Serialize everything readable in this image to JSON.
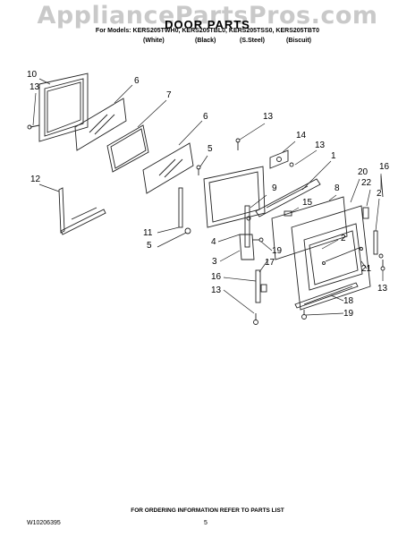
{
  "watermark": "AppliancePartsPros.com",
  "title": "DOOR PARTS",
  "models": "For Models: KERS205TWH0, KERS205TBL0, KERS205TSS0, KERS205TBT0",
  "finishes": [
    "(White)",
    "(Black)",
    "(S.Steel)",
    "(Biscuit)"
  ],
  "callouts": [
    "10",
    "13",
    "6",
    "7",
    "6",
    "13",
    "5",
    "14",
    "13",
    "12",
    "1",
    "16",
    "8",
    "20",
    "9",
    "22",
    "2",
    "15",
    "11",
    "5",
    "4",
    "2",
    "19",
    "3",
    "17",
    "21",
    "16",
    "13",
    "13",
    "18",
    "19"
  ],
  "footer": "FOR ORDERING INFORMATION REFER TO PARTS LIST",
  "doc_number": "W10206395",
  "page_number": "5"
}
